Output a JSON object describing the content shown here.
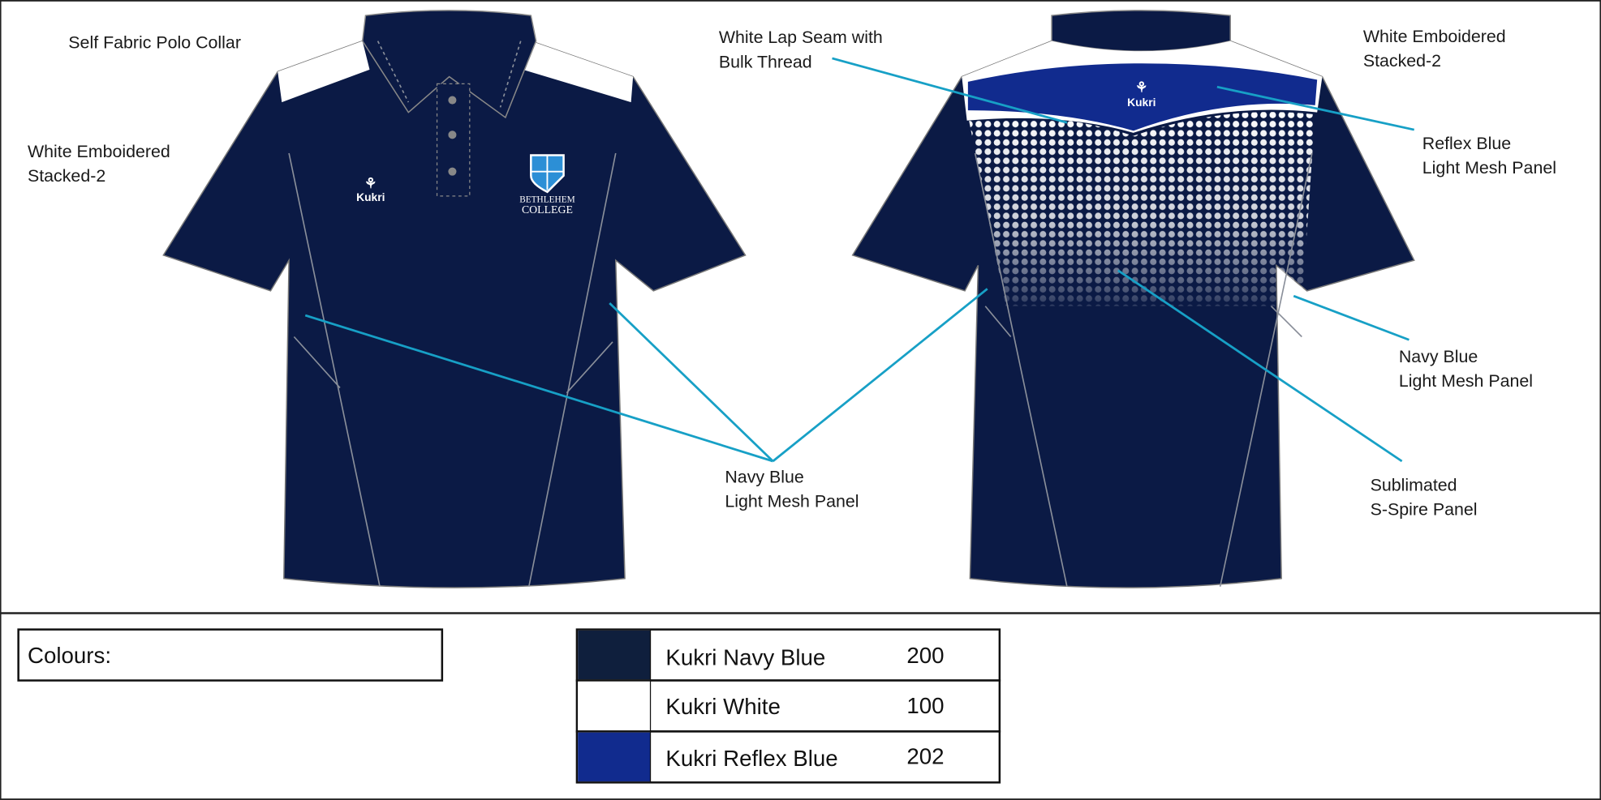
{
  "callouts": {
    "collar": "Self Fabric Polo Collar",
    "front_embroidery": [
      "White Emboidered",
      "Stacked-2"
    ],
    "front_mesh": [
      "Navy Blue",
      "Light Mesh Panel"
    ],
    "lap_seam": [
      "White Lap Seam with",
      "Bulk Thread"
    ],
    "back_embroidery": [
      "White Emboidered",
      "Stacked-2"
    ],
    "reflex_mesh": [
      "Reflex Blue",
      "Light Mesh Panel"
    ],
    "back_mesh": [
      "Navy Blue",
      "Light Mesh Panel"
    ],
    "sublimated": [
      "Sublimated",
      "S-Spire Panel"
    ]
  },
  "logos": {
    "brand": "Kukri",
    "school_line1": "BETHLEHEM",
    "school_line2": "COLLEGE"
  },
  "colours": {
    "heading": "Colours:",
    "rows": [
      {
        "name": "Kukri Navy Blue",
        "code": "200",
        "hex": "#0f1f3d"
      },
      {
        "name": "Kukri White",
        "code": "100",
        "hex": "#ffffff"
      },
      {
        "name": "Kukri Reflex Blue",
        "code": "202",
        "hex": "#112b8e"
      }
    ]
  }
}
